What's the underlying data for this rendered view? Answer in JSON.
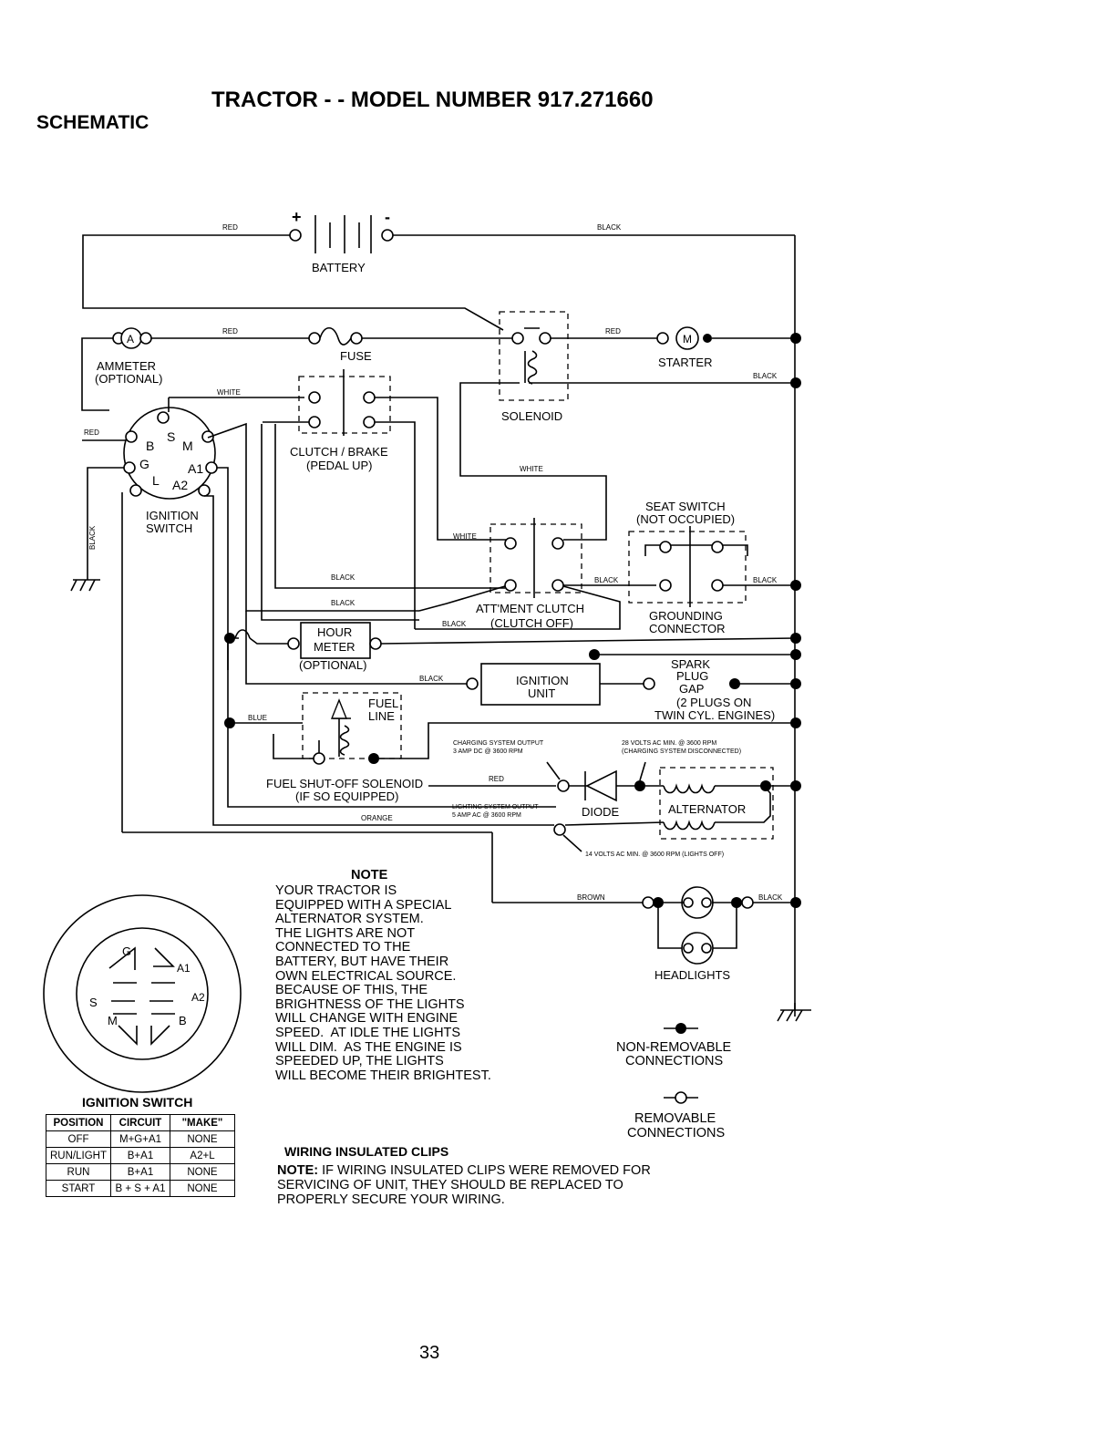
{
  "header": {
    "title": "TRACTOR - - MODEL NUMBER 917.271660",
    "section": "SCHEMATIC"
  },
  "components": {
    "battery": "BATTERY",
    "battery_plus": "+",
    "battery_minus": "-",
    "ammeter_symbol": "A",
    "ammeter": "AMMETER",
    "ammeter_optional": "(OPTIONAL)",
    "fuse": "FUSE",
    "solenoid": "SOLENOID",
    "starter_symbol": "M",
    "starter": "STARTER",
    "clutch_brake": "CLUTCH / BRAKE",
    "clutch_brake_sub": "(PEDAL UP)",
    "ignition_switch_l1": "IGNITION",
    "ignition_switch_l2": "SWITCH",
    "seat_switch": "SEAT SWITCH",
    "seat_switch_sub": "(NOT OCCUPIED)",
    "attachment_clutch": "ATT'MENT CLUTCH",
    "attachment_clutch_sub": "(CLUTCH OFF)",
    "grounding_l1": "GROUNDING",
    "grounding_l2": "CONNECTOR",
    "hour_meter_l1": "HOUR",
    "hour_meter_l2": "METER",
    "hour_meter_optional": "(OPTIONAL)",
    "ignition_unit_l1": "IGNITION",
    "ignition_unit_l2": "UNIT",
    "spark_l1": "SPARK",
    "spark_l2": "PLUG",
    "spark_l3": "GAP",
    "spark_l4": "(2 PLUGS ON",
    "spark_l5": "TWIN CYL. ENGINES)",
    "fuel_l1": "FUEL",
    "fuel_l2": "LINE",
    "fuel_solenoid_l1": "FUEL SHUT-OFF SOLENOID",
    "fuel_solenoid_l2": "(IF SO EQUIPPED)",
    "diode": "DIODE",
    "alternator": "ALTERNATOR",
    "headlights": "HEADLIGHTS",
    "charging_l1": "CHARGING SYSTEM OUTPUT",
    "charging_l2": "3 AMP DC @ 3600 RPM",
    "volts28_l1": "28 VOLTS AC MIN. @ 3600 RPM",
    "volts28_l2": "(CHARGING SYSTEM DISCONNECTED)",
    "lighting_l1": "LIGHTING SYSTEM OUTPUT",
    "lighting_l2": "5 AMP AC @ 3600 RPM",
    "volts14": "14 VOLTS AC MIN. @ 3600 RPM (LIGHTS OFF)",
    "terminals": {
      "s": "S",
      "b": "B",
      "m": "M",
      "g": "G",
      "a1": "A1",
      "l": "L",
      "a2": "A2"
    }
  },
  "wires": {
    "red": "RED",
    "black": "BLACK",
    "white": "WHITE",
    "blue": "BLUE",
    "orange": "ORANGE",
    "brown": "BROWN"
  },
  "switch_detail": {
    "title": "IGNITION SWITCH",
    "pins": {
      "g": "G",
      "a1": "A1",
      "a2": "A2",
      "s": "S",
      "m": "M",
      "b": "B"
    }
  },
  "ignition_table": {
    "headers": [
      "POSITION",
      "CIRCUIT",
      "\"MAKE\""
    ],
    "rows": [
      [
        "OFF",
        "M+G+A1",
        "NONE"
      ],
      [
        "RUN/LIGHT",
        "B+A1",
        "A2+L"
      ],
      [
        "RUN",
        "B+A1",
        "NONE"
      ],
      [
        "START",
        "B + S + A1",
        "NONE"
      ]
    ]
  },
  "note": {
    "title": "NOTE",
    "text": "Your tractor is\nequipped with a special\nalternator system.\nThe lights are not\nconnected to the\nbattery, but have their\nown electrical source.\nBecause of this, the\nbrightness of the lights\nwill change with engine\nspeed.  At idle the lights\nwill dim.  As the engine is\nspeeded up, the lights\nwill become their brightest."
  },
  "legend": {
    "non_removable_l1": "NON-REMOVABLE",
    "non_removable_l2": "CONNECTIONS",
    "removable_l1": "REMOVABLE",
    "removable_l2": "CONNECTIONS"
  },
  "clips": {
    "title": "WIRING INSULATED CLIPS",
    "note_label": "NOTE:",
    "note_l1": " IF WIRING INSULATED CLIPS WERE REMOVED FOR",
    "note_l2": "SERVICING OF UNIT, THEY SHOULD BE REPLACED TO",
    "note_l3": "PROPERLY SECURE YOUR WIRING."
  },
  "page_number": "33"
}
